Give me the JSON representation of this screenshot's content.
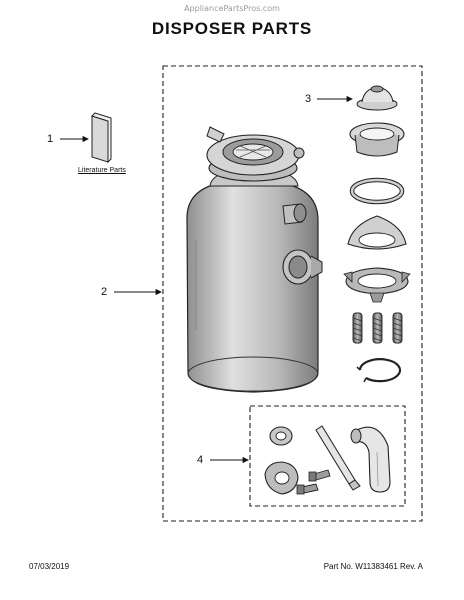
{
  "watermark": "AppliancePartsPros.com",
  "title": "DISPOSER PARTS",
  "callouts": {
    "c1": "1",
    "c2": "2",
    "c3": "3",
    "c4": "4"
  },
  "literature_label": "Literature Parts",
  "footer": {
    "date": "07/03/2019",
    "part_number": "Part No.  W11383461  Rev.  A"
  }
}
